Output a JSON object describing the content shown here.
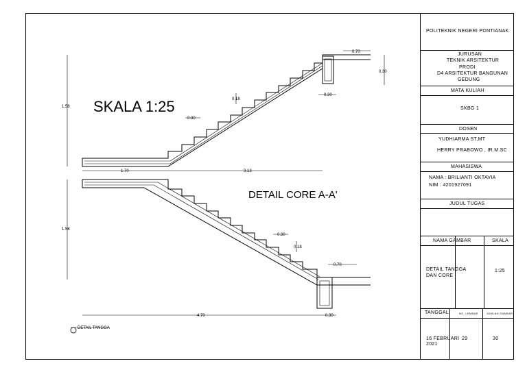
{
  "drawing": {
    "scale_label": "SKALA 1:25",
    "section_label": "DETAIL CORE A-A'",
    "callout_label": "DETAIL TANGGA",
    "dims": {
      "top_width": "0.70",
      "top_height": "0.30",
      "top_beam": "0.30",
      "riser_top": "0.18",
      "tread_top": "0.30",
      "height_left_top": "1.58",
      "landing_len_top": "1.70",
      "run_len_top": "3.13",
      "height_left_bottom": "1.58",
      "tread_bottom": "0.30",
      "riser_bottom": "0.18",
      "bottom_width": "0.70",
      "total_len_bottom": "4.70",
      "bottom_beam": "0.30"
    }
  },
  "title_block": {
    "institution": "POLITEKNIK NEGERI PONTIANAK",
    "dept_lines": [
      "JURUSAN",
      "TEKNIK ARSITEKTUR",
      "PRODI",
      "D4 ARSITEKTUR BANGUNAN",
      "GEDUNG"
    ],
    "course_header": "MATA KULIAH",
    "course": "SKBG 1",
    "lecturer_header": "DOSEN",
    "lecturers": [
      "YUDHIARMA ST,MT",
      "HERRY PRABOWO , IR.M.SC"
    ],
    "student_header": "MAHASISWA",
    "student_name": "NAMA : BRILIANTI OKTAVIA",
    "student_nim": "NIM    : 4201927091",
    "task_header": "JUDUL TUGAS",
    "drawing_name_header": "NAMA GAMBAR",
    "scale_header": "SKALA",
    "drawing_name_lines": [
      "DETAIL TANGGA",
      "DAN CORE"
    ],
    "scale_value": "1:25",
    "date_header": "TANGGAL",
    "sheet_no_header": "NO. LEMBAR",
    "sheet_count_header": "JUMLAH GAMBAR",
    "date_lines": [
      "16 FEBRUARI",
      "2021"
    ],
    "sheet_no": "29",
    "sheet_count": "30"
  }
}
